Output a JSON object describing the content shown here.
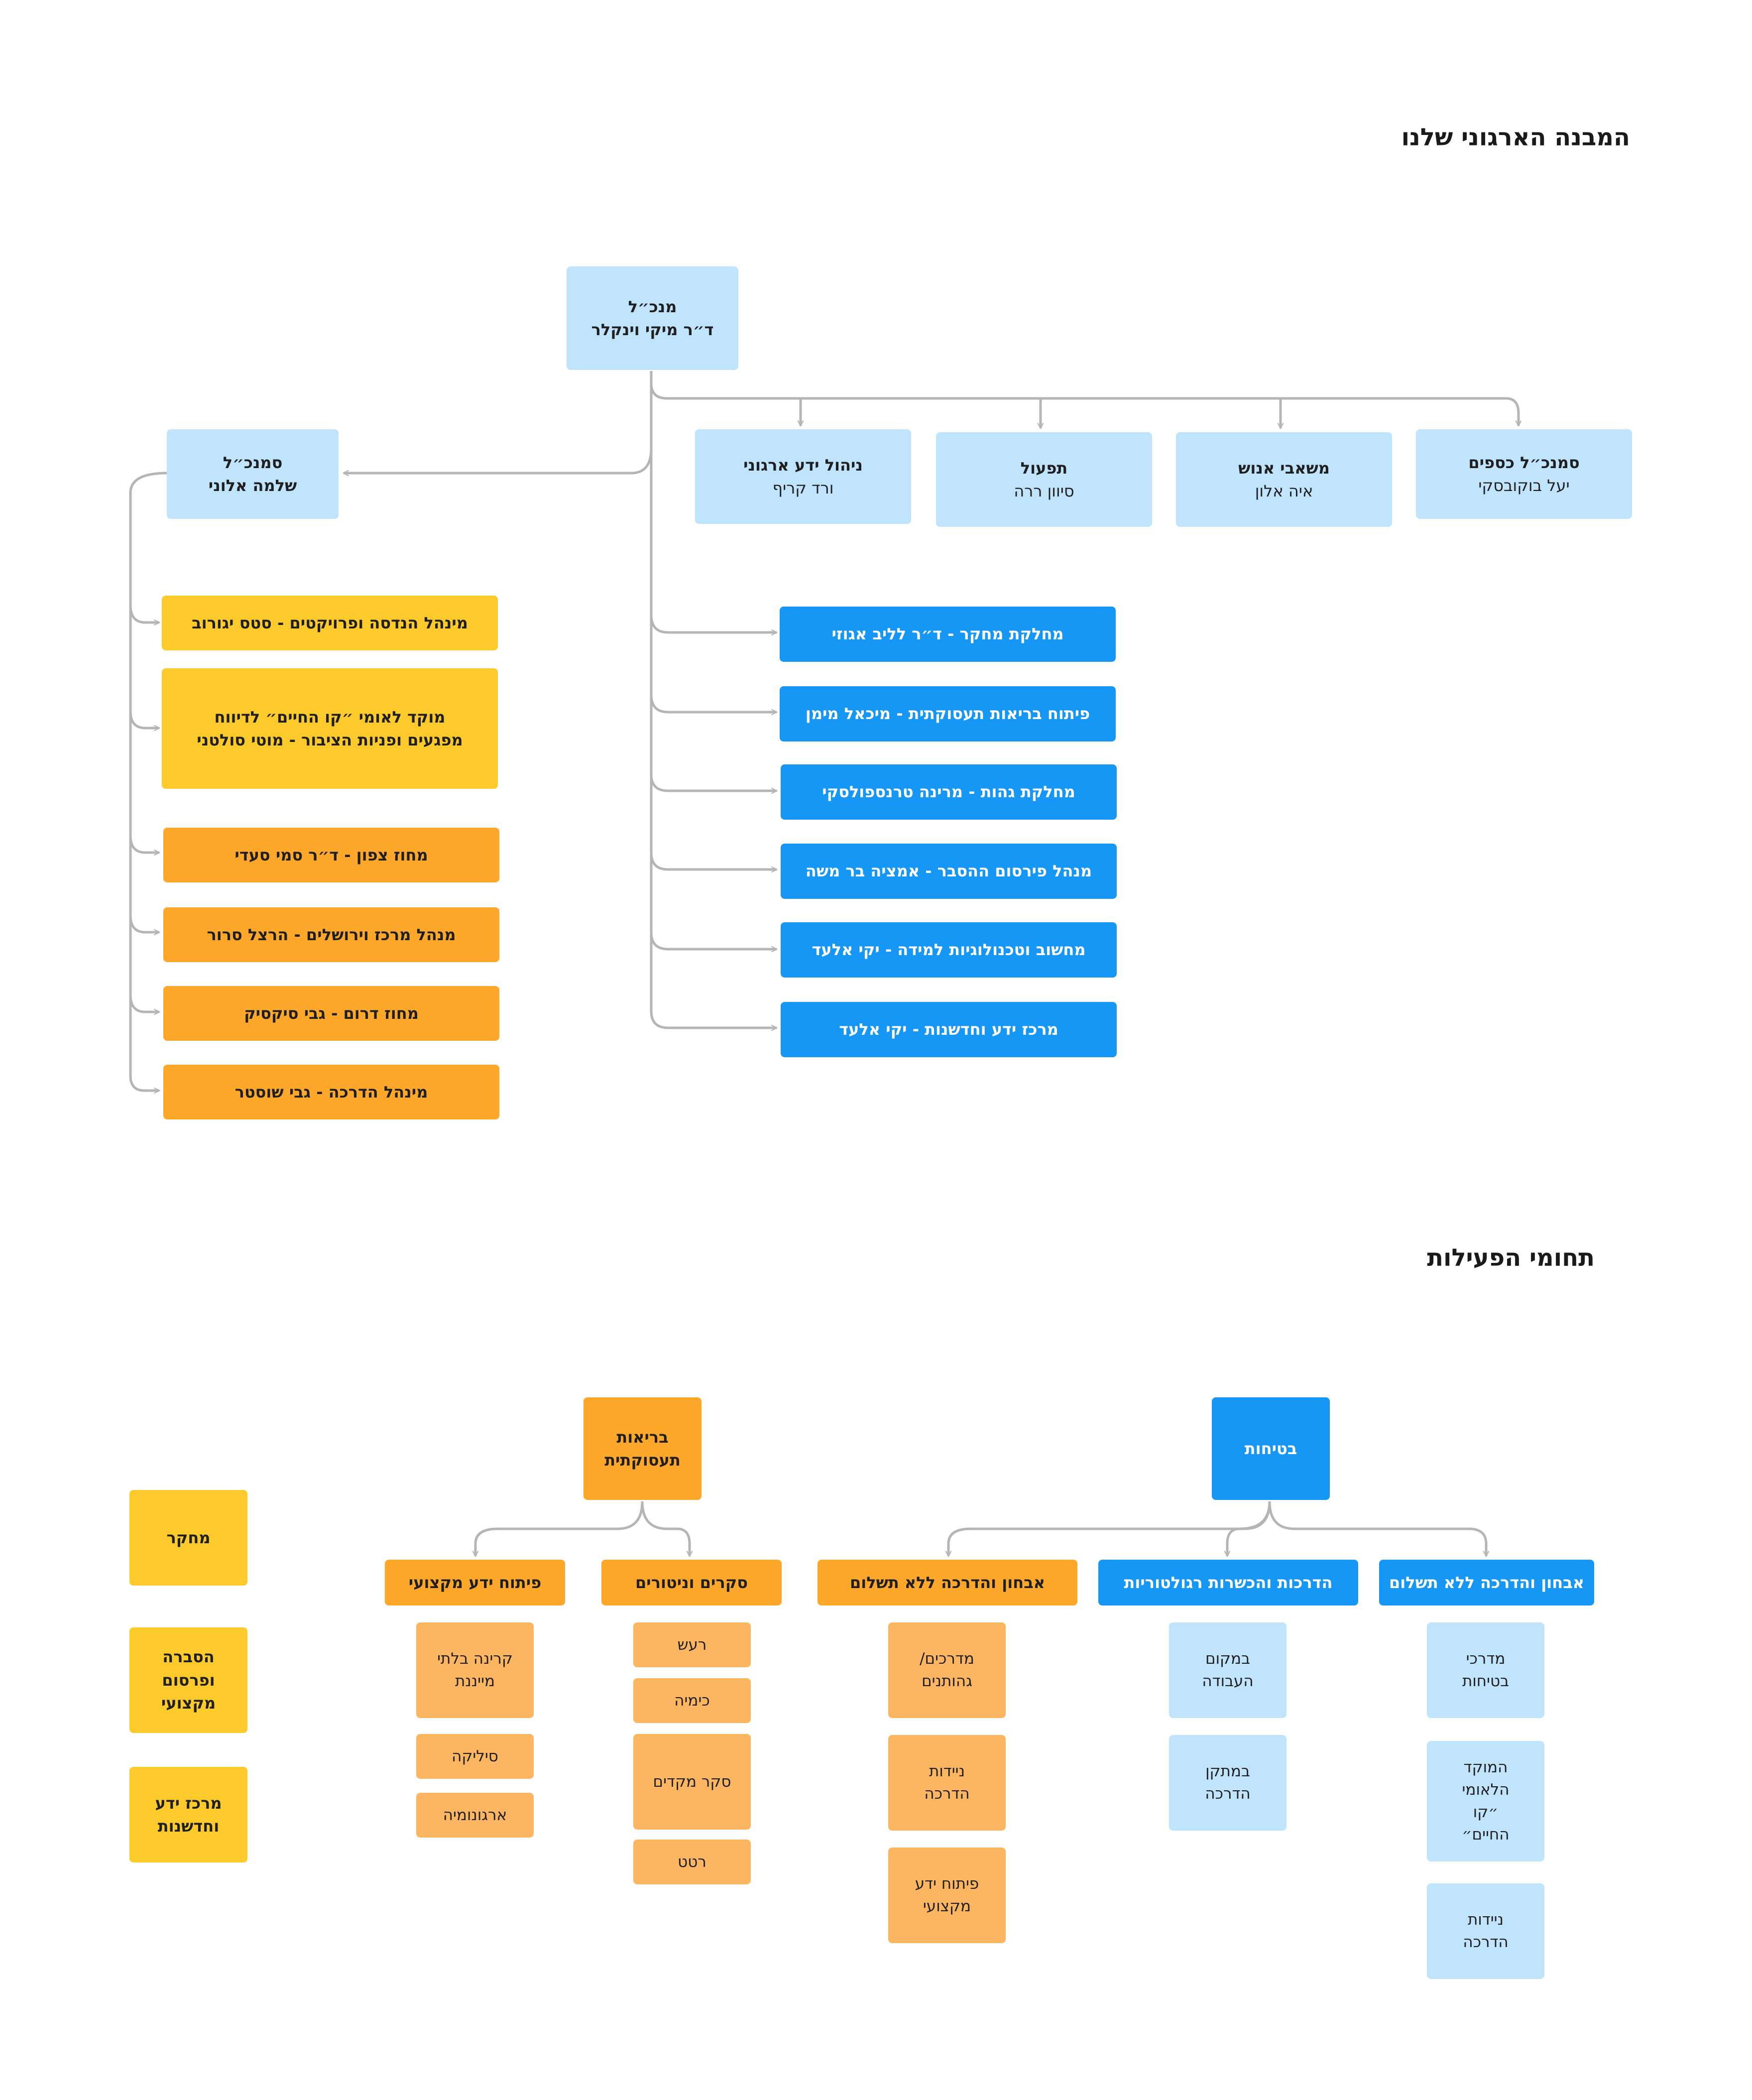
{
  "org": {
    "title": "המבנה הארגוני שלנו",
    "ceo": {
      "role": "מנכ״ל",
      "name": "ד״ר מיקי וינקלר"
    },
    "deputy": {
      "role": "סמנכ״ל",
      "name": "שלמה אלוני"
    },
    "top_units": [
      {
        "role": "סמנכ״ל כספים",
        "name": "יעל בוקובסקי"
      },
      {
        "role": "משאבי אנוש",
        "name": "איה אלון"
      },
      {
        "role": "תפעול",
        "name": "סיוון ררה"
      },
      {
        "role": "ניהול ידע ארגוני",
        "name": "ורד קריף"
      }
    ],
    "departments": [
      "מחלקת מחקר - ד״ר לליב אגוזי",
      "פיתוח בריאות תעסוקתית - מיכאל מימן",
      "מחלקת גהות - מרינה טרנספולסקי",
      "מנהל פירסום ההסבר - אמציה בר משה",
      "מחשוב וטכנולוגיות למידה - יקי אלעד",
      "מרכז ידע וחדשנות - יקי אלעד"
    ],
    "regional": [
      "מינהל הנדסה ופרויקטים - סטס יגורוב",
      "מוקד לאומי ״קו החיים״ לדיווח מפגעים ופניות הציבור - מוטי סולטני",
      "מחוז צפון - ד״ר סמי סעדי",
      "מנהל מרכז וירושלים - הרצל סרור",
      "מחוז דרום - גבי סיקסיק",
      "מינהל הדרכה - גבי שוסטר"
    ]
  },
  "activity": {
    "title": "תחומי הפעילות",
    "health": "בריאות תעסוקתית",
    "safety": "בטיחות",
    "side_items": [
      "מחקר",
      "הסברה ופרסום מקצועי",
      "מרכז ידע וחדשנות"
    ],
    "categories": [
      {
        "title": "פיתוח ידע מקצועי",
        "items": [
          "קרינה בלתי מייננת",
          "סיליקה",
          "ארגונומיה"
        ]
      },
      {
        "title": "סקרים וניטורים",
        "items": [
          "רעש",
          "כימיה",
          "סקר מקדים",
          "רטט"
        ]
      },
      {
        "title": "אבחון והדרכה ללא תשלום",
        "items": [
          "מדרכים/ גהותנים",
          "ניידות הדרכה",
          "פיתוח ידע מקצועי"
        ]
      },
      {
        "title": "הדרכות והכשרות רגולטוריות",
        "items": [
          "במקום העבודה",
          "במתקן הדרכה"
        ]
      },
      {
        "title": "אבחון והדרכה ללא תשלום",
        "items": [
          "מדרכי בטיחות",
          "המוקד הלאומי ״קו החיים״",
          "ניידות הדרכה"
        ]
      }
    ]
  },
  "colors": {
    "light_blue": "#c1e4fd",
    "blue": "#1697f6",
    "yellow": "#fdca2b",
    "orange": "#fda72b",
    "light_orange": "#fcb560",
    "connector": "#b5b5b5"
  }
}
